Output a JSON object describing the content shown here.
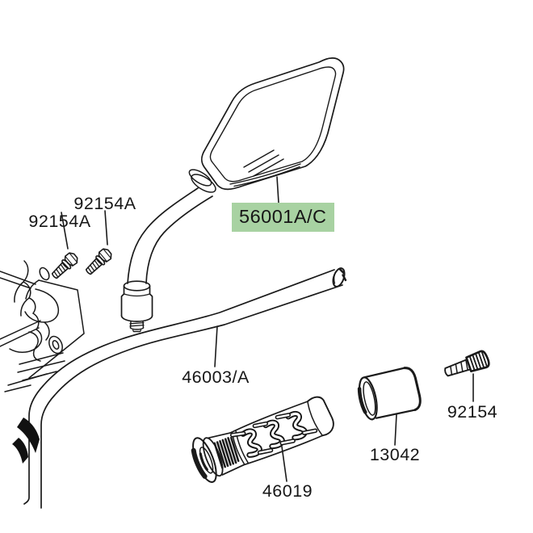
{
  "diagram": {
    "background": "#ffffff",
    "line_color": "#1a1a1a",
    "highlight_color": "#a8d2a2",
    "callouts": [
      {
        "part_no": "56001A/C",
        "name": "rear-view-mirror",
        "highlighted": true
      },
      {
        "part_no": "92154A",
        "name": "mirror-bolt-left",
        "highlighted": false
      },
      {
        "part_no": "92154A",
        "name": "mirror-bolt-right",
        "highlighted": false
      },
      {
        "part_no": "46003/A",
        "name": "handlebar",
        "highlighted": false
      },
      {
        "part_no": "46019",
        "name": "throttle-grip",
        "highlighted": false
      },
      {
        "part_no": "13042",
        "name": "bar-end-weight",
        "highlighted": false
      },
      {
        "part_no": "92154",
        "name": "bar-end-bolt",
        "highlighted": false
      }
    ]
  }
}
